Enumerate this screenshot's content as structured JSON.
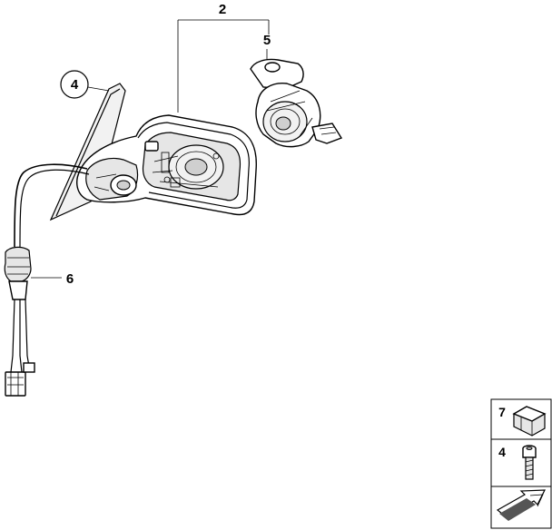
{
  "callouts": {
    "housing": "2",
    "glass": "4",
    "motor": "5",
    "cable": "6"
  },
  "legend": {
    "clip": "7",
    "screw": "4"
  },
  "icons": [
    "mirror-assembly-icon",
    "mirror-housing-icon",
    "adjustment-motor-icon",
    "wiring-harness-icon",
    "clip-icon",
    "screw-icon",
    "arrow-icon"
  ]
}
